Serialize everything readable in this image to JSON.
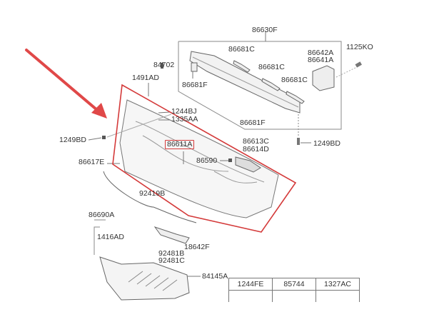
{
  "labels": {
    "l86630F": "86630F",
    "l86681C_1": "86681C",
    "l86681C_2": "86681C",
    "l86681C_3": "86681C",
    "l86642A": "86642A",
    "l86641A": "86641A",
    "l1125KO": "1125KO",
    "l84702": "84702",
    "l1491AD": "1491AD",
    "l86681F_1": "86681F",
    "l86681F_2": "86681F",
    "l1244BJ": "1244BJ",
    "l1335AA": "1335AA",
    "l1249BD_1": "1249BD",
    "l1249BD_2": "1249BD",
    "l86611A": "86611A",
    "l86613C": "86613C",
    "l86614D": "86614D",
    "l86590": "86590",
    "l86617E": "86617E",
    "l92419B": "92419B",
    "l86690A": "86690A",
    "l1416AD": "1416AD",
    "l18642F": "18642F",
    "l92481B": "92481B",
    "l92481C": "92481C",
    "l84145A": "84145A"
  },
  "table": {
    "headers": [
      "1244FE",
      "85744",
      "1327AC"
    ]
  },
  "colors": {
    "highlight": "#d43a3a",
    "line": "#777777"
  }
}
